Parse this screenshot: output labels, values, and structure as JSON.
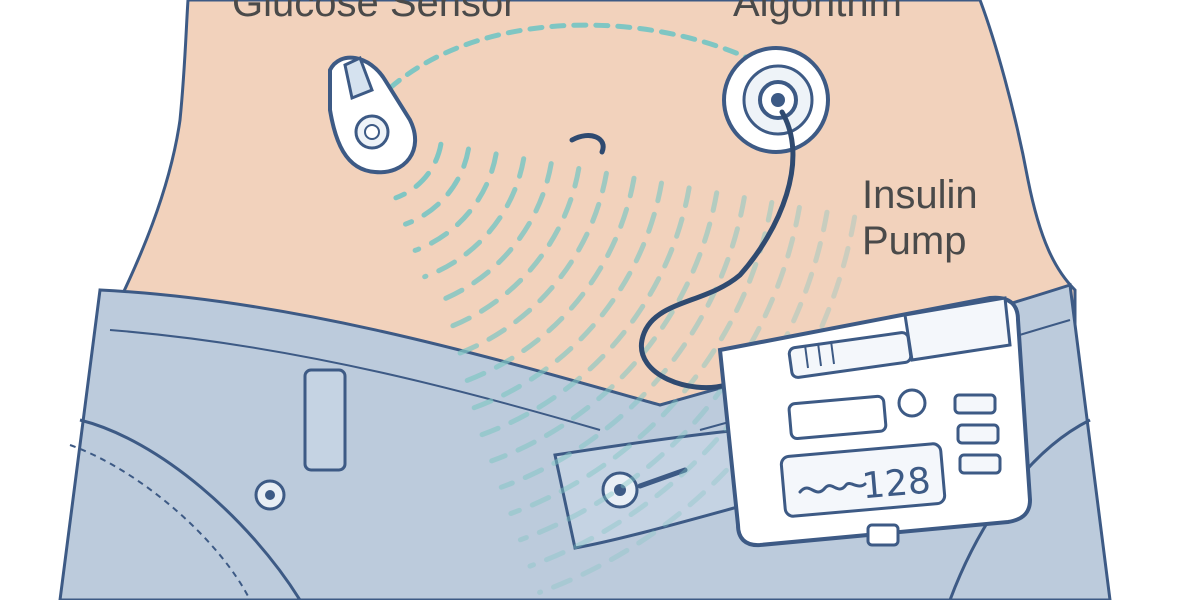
{
  "labels": {
    "glucose_sensor": "Glucose Sensor",
    "algorithm": "Algorithm",
    "insulin_pump_line1": "Insulin",
    "insulin_pump_line2": "Pump"
  },
  "pump_display": {
    "reading": "128"
  },
  "colors": {
    "skin": "#f2d2bc",
    "outline": "#3d5a85",
    "jeans": "#bccbdc",
    "signal": "#7fc6c3",
    "device": "#ffffff"
  }
}
